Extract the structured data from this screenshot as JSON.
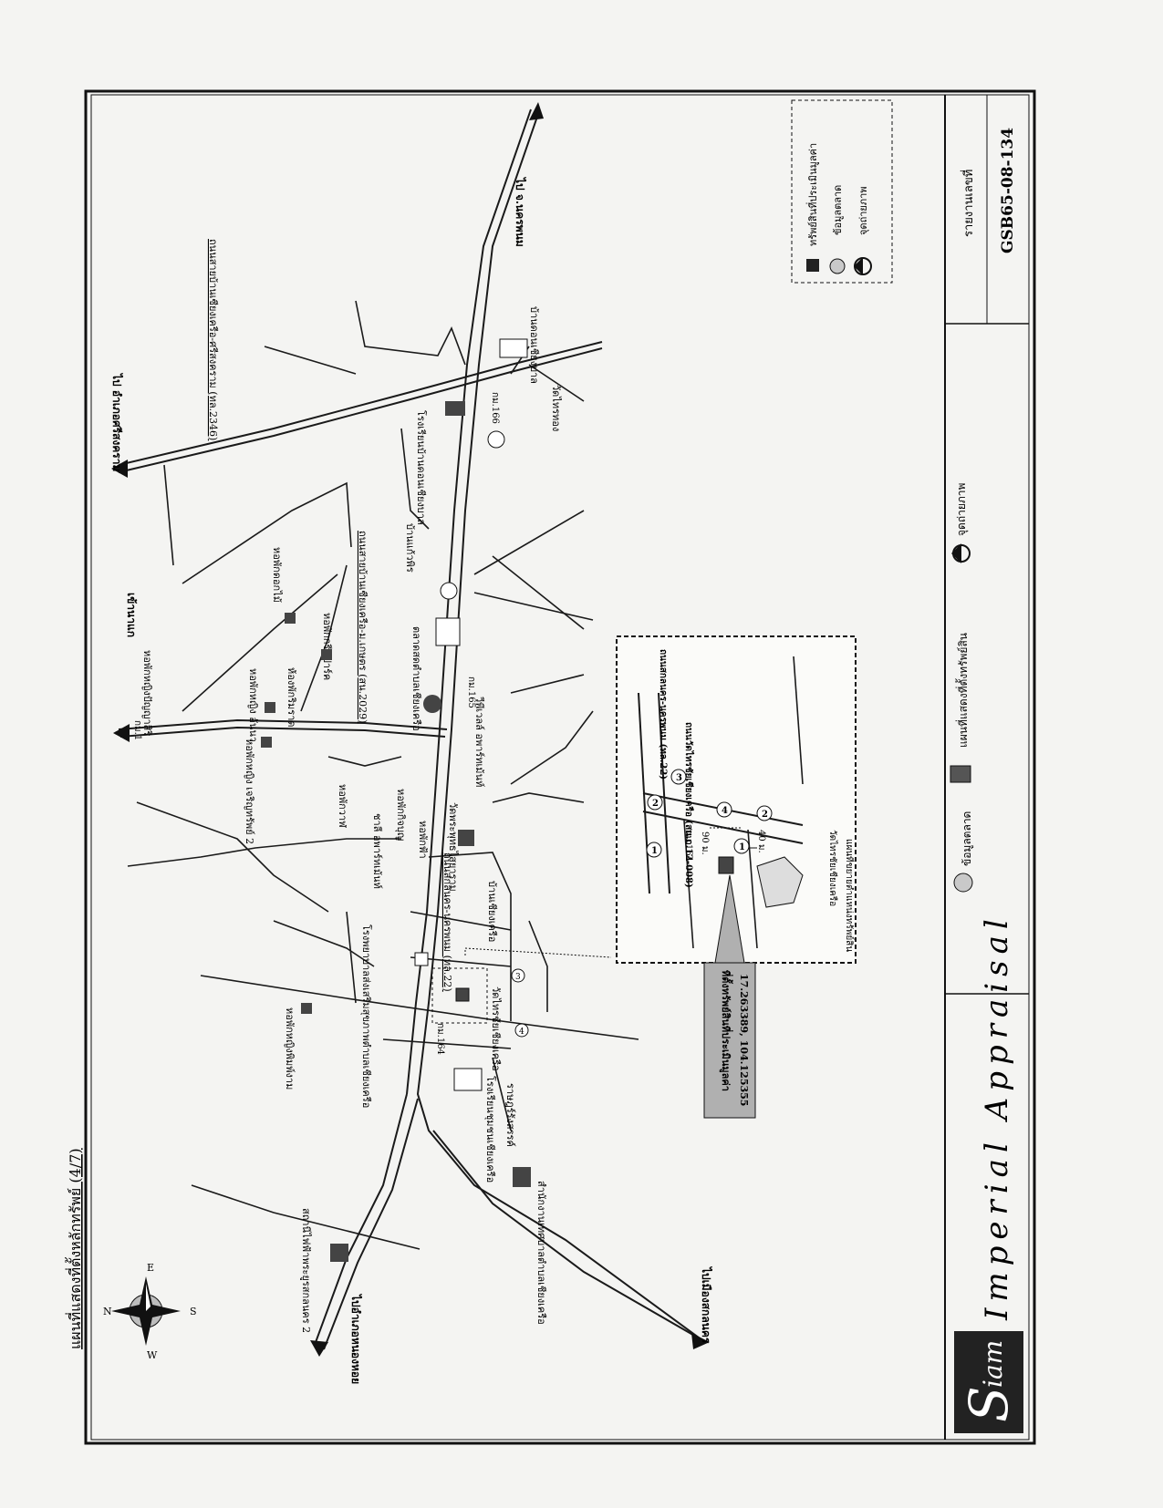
{
  "page_title": "แผนที่แสดงที่ตั้งหลักทรัพย์ (4/7)",
  "brand": {
    "first_letter": "S",
    "first_rest": "iam",
    "second": "Imperial Appraisal"
  },
  "report": {
    "label": "รายงานเลขที่",
    "number": "GSB65-08-134"
  },
  "legend_bar": {
    "market": "ข้อมูลตลาด",
    "map_reference": "แผนที่แสดงที่ตั้งทรัพย์สิน",
    "photo_point": "จุดถ่ายภาพ"
  },
  "legend_box": {
    "appraised_property": "ทรัพย์สินที่ประเมินมูลค่า",
    "market_data": "ข้อมูลตลาด",
    "photo_point": "จุดถ่ายภาพ"
  },
  "compass": {
    "north": "N",
    "east": "E",
    "south": "S",
    "west": "W"
  },
  "colors": {
    "ink": "#1a1a1a",
    "property_fill": "#555555",
    "callout_fill": "#b0b0b0",
    "background": "#f4f4f2"
  },
  "destinations": {
    "to_nakhon_phanom": "ไป จ.นครพนม",
    "to_ban_dong": "ไป อำเภอศรีสงคราม",
    "to_nong_hoi": "ไปอำเภอหนองหอย",
    "to_sakon_nakhon": "ไปเมืองสกลนคร",
    "to_nakae": "เข้านาแก"
  },
  "roads": {
    "highway_2346": "ถนนสายบ้านเซียงเครือ-ศรีสงคราม (ทล.2346)",
    "highway_2029": "ถนนสายบ้านเซียงเครือ-ม.เกษตร (สน.2029)",
    "highway_22": "ถนนสกลนคร-นครพนม (ทล.22)",
    "local_008": "ถนนวัดไทรชัยเชียงเครือ (สน.ถ.12-008)",
    "km_marker_1": "กม.1",
    "km_marker_165": "กม.165",
    "km_marker_166": "กม.166",
    "km_marker_164": "กม.164"
  },
  "places": {
    "school_chiang_khruea": "โรงเรียนบ้านดอนเชียงบาล",
    "ban_don_chiang_khruea": "บ้านดอนเชียงบาล",
    "wat_sai_thong": "วัดไทรทอง",
    "dormitory_phuaisiri": "หอพักหญิงปัญญาสิริ",
    "dormitory_lopburi": "หอพักดอกไม้",
    "dormitory_1": "หอพักหญิง อันนา",
    "dormitory_park": "หอพักกรีนปาร์ค",
    "dormitory_phenpakon": "ห้องพักริมราด",
    "market_chiang_khruea": "ตลาดสดตำบลเชียงเครือ",
    "ban_maitri": "บ้านแก้วพิร",
    "dormitory_jaroensap": "หอพักหญิง เจริญทรัพย์ 2",
    "dormitory_a": "หอพักวาฬ",
    "apartment_maneekhet": "ชาลี อพาร์ทเม้นท์",
    "village_apartment": "วีพีเวลล์ อพาร์ทเม้นท์",
    "dormitory_kittiyakorn": "หอพักกิจบุญ",
    "wat_phra": "วัดพระพุทธไสยาราม",
    "hospital": "โรงพยาบาลส่งเสริมสุขภาพตำบลเชียงเครือ",
    "ban_chiang_khruea": "บ้านเชียงเครือ",
    "dormitory_phimngam": "หอพักหญิงพิมพ์งาม",
    "wat_sai_chai": "วัดไทรชัยเชียงเครือ",
    "school_sai": "โรงเรียนชุมชนเชียงเครือ",
    "ban_rungrueang": "ราษฎร์รังสรรค์",
    "sao_office": "สำนักงานเทศบาลตำบลเชียงเครือ",
    "power_station": "สถานีไฟฟ้าพระยูรสกลนคร 2",
    "dorm_cut": "หอพักฟ้า"
  },
  "inset": {
    "title": "แผนที่ขยายตำแหน่งทรัพย์สิน",
    "distance_90": "90 ม.",
    "distance_40": "40 ม.",
    "km_marker": "กม.164",
    "temple": "วัดไทรชัยเชียงเครือ",
    "photo_points": [
      "1",
      "2",
      "3",
      "4",
      "1",
      "2"
    ]
  },
  "callout": {
    "title": "ที่ตั้งทรัพย์สินที่ประเมินมูลค่า",
    "coords": "17.263389, 104.125355"
  },
  "main_photo_points": [
    "3",
    "4"
  ]
}
